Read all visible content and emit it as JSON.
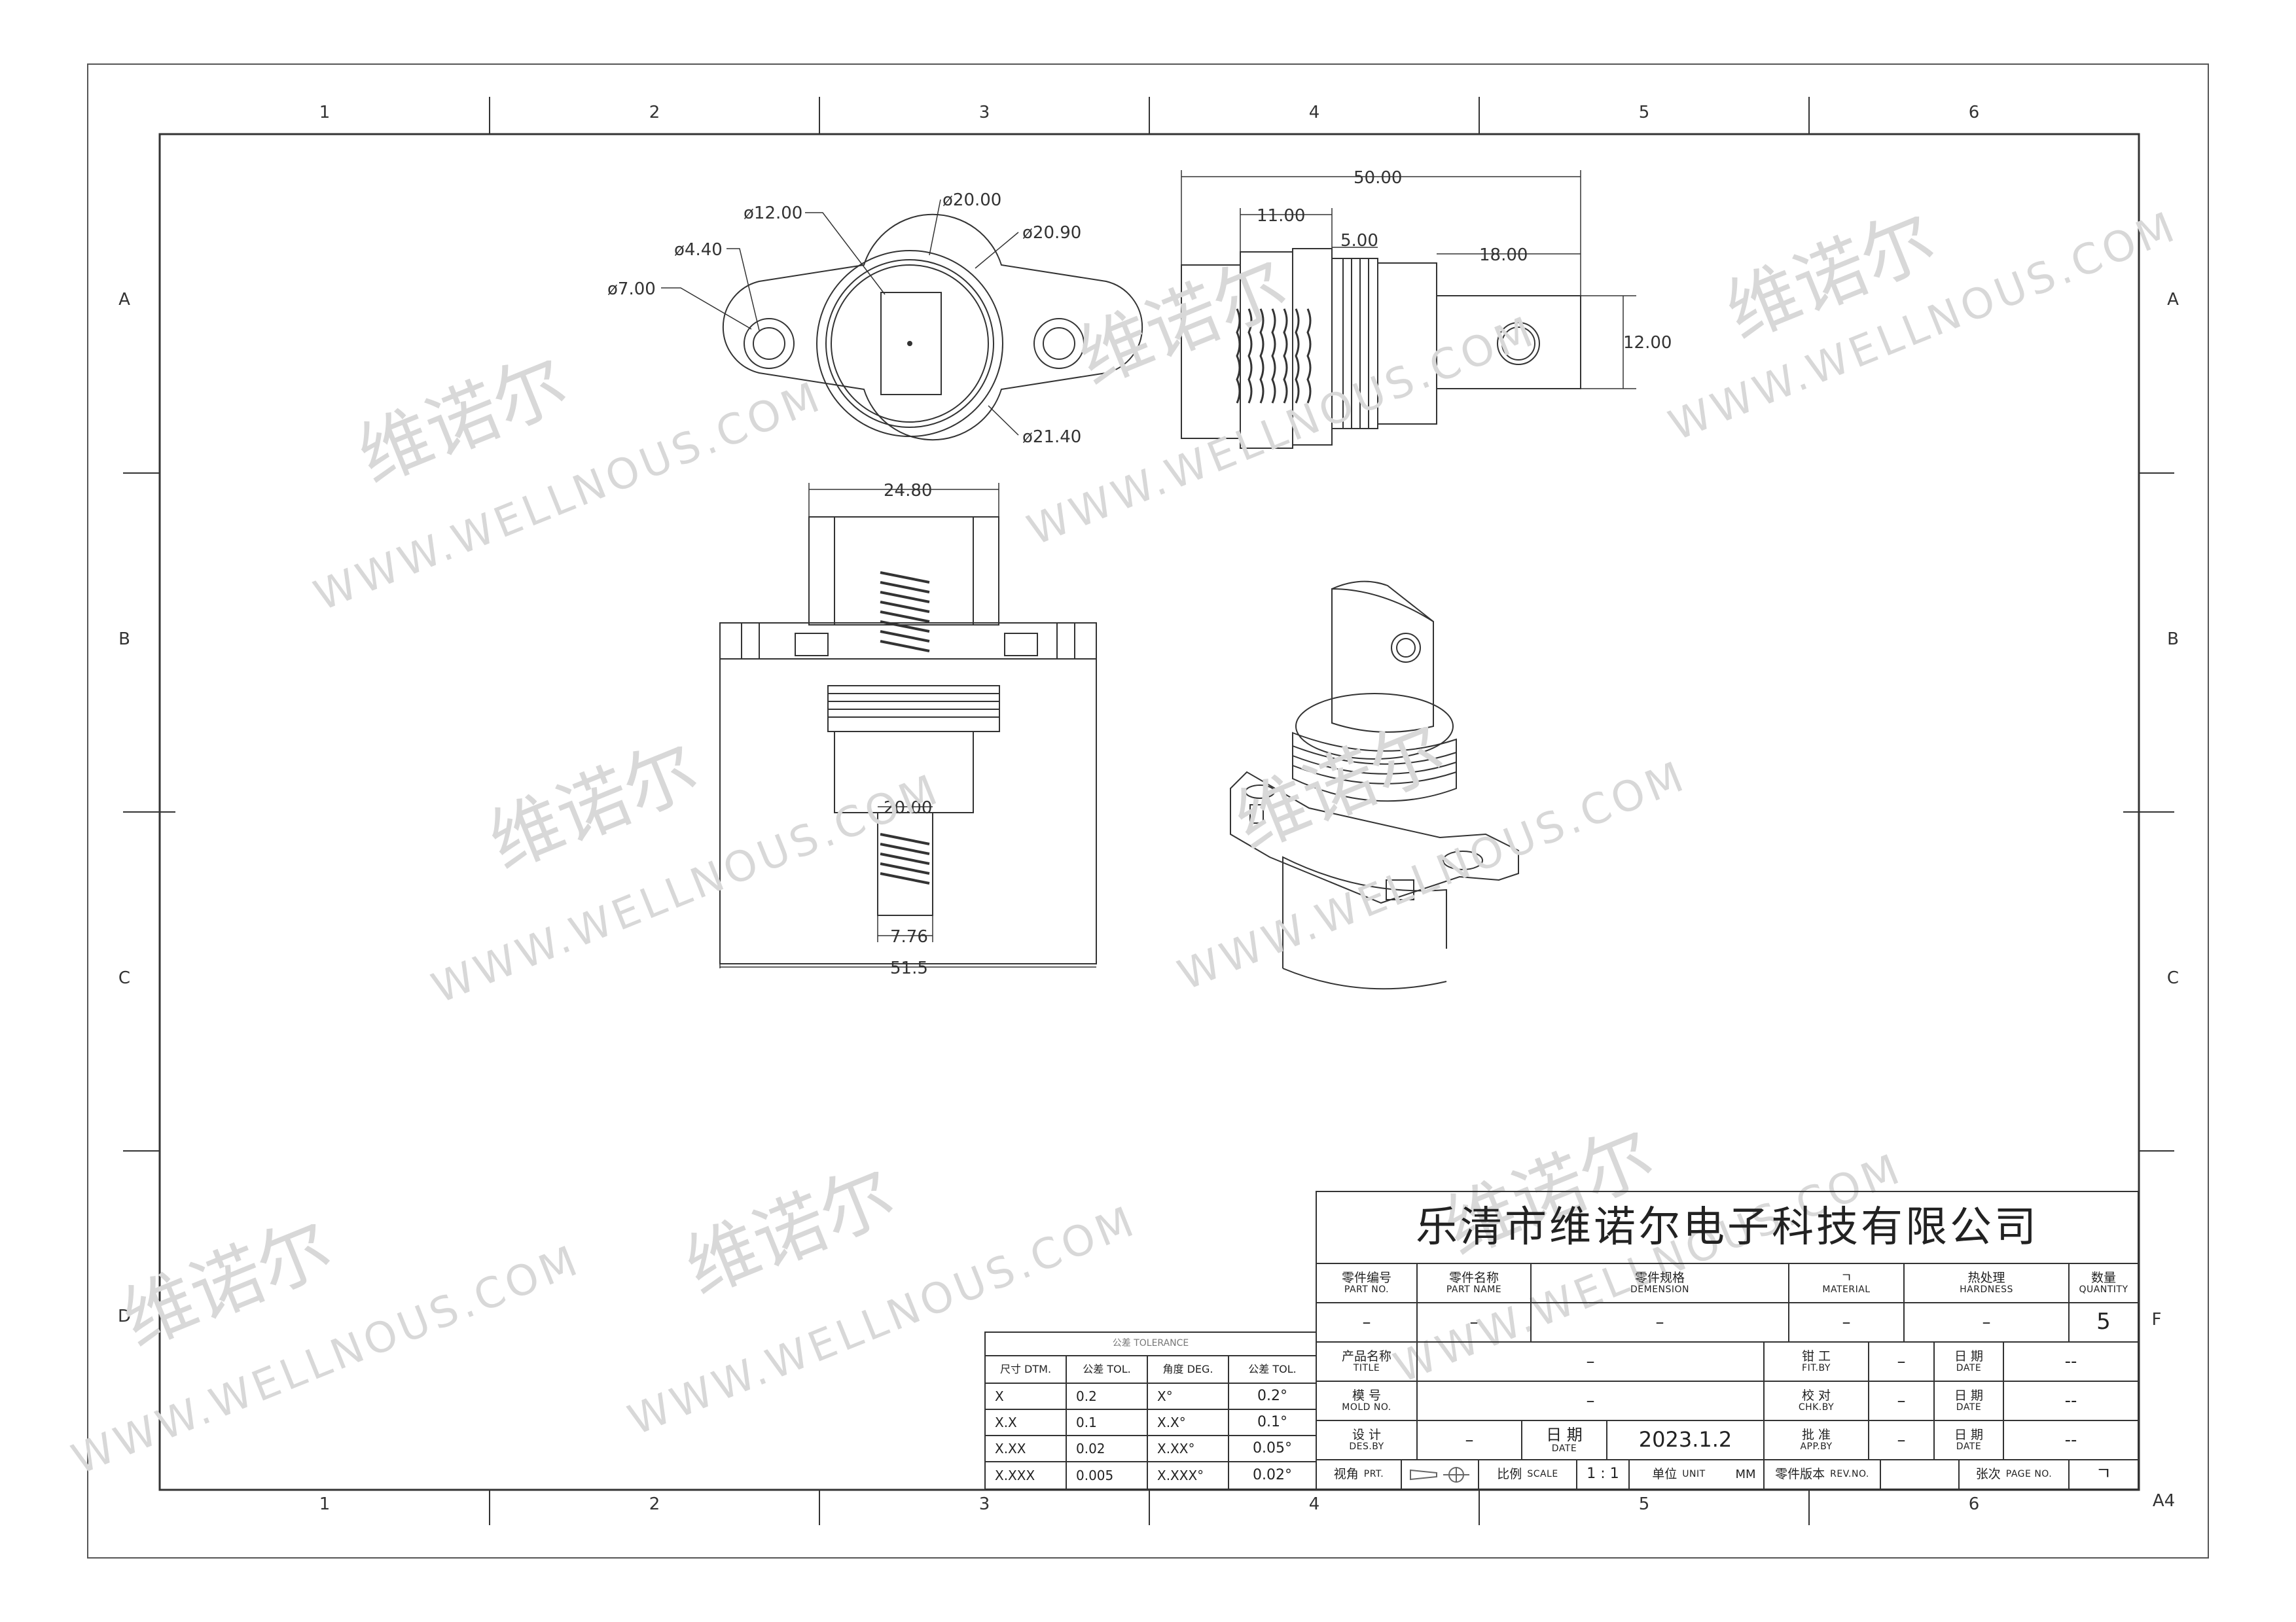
{
  "frame": {
    "col_labels": [
      "1",
      "2",
      "3",
      "4",
      "5",
      "6"
    ],
    "row_labels": [
      "A",
      "B",
      "C",
      "D"
    ],
    "right_row_labels": [
      "A",
      "B",
      "C",
      "F"
    ],
    "sheet_size": "A4"
  },
  "watermarks": {
    "zh": "维诺尔",
    "en": "WWW.WELLNOUS.COM"
  },
  "dimensions": {
    "top_left": [
      "ø12.00",
      "ø20.00",
      "ø20.90",
      "ø4.40",
      "ø7.00",
      "ø21.40"
    ],
    "top_right": [
      "50.00",
      "11.00",
      "5.00",
      "18.00",
      "12.00"
    ],
    "front": [
      "24.80",
      "20.00",
      "7.76",
      "51.5"
    ]
  },
  "title_block": {
    "company": "乐清市维诺尔电子科技有限公司",
    "headers": [
      {
        "zh": "零件编号",
        "en": "PART NO.",
        "value": "–"
      },
      {
        "zh": "零件名称",
        "en": "PART NAME",
        "value": "–"
      },
      {
        "zh": "零件规格",
        "en": "DEMENSION",
        "value": "–"
      },
      {
        "zh": "ㄱ",
        "en": "MATERIAL",
        "value": "–"
      },
      {
        "zh": "热处理",
        "en": "HARDNESS",
        "value": "–"
      },
      {
        "zh": "数量",
        "en": "QUANTITY",
        "value": "5"
      }
    ],
    "title": {
      "zh": "产品名称",
      "en": "TITLE",
      "value": "–"
    },
    "mold": {
      "zh": "模 号",
      "en": "MOLD NO.",
      "value": "–"
    },
    "design": {
      "zh": "设 计",
      "en": "DES.BY",
      "value": "–"
    },
    "date_label": {
      "zh": "日 期",
      "en": "DATE"
    },
    "date_value": "2023.1.2",
    "fit": {
      "zh": "钳 工",
      "en": "FIT.BY",
      "value": "–"
    },
    "check": {
      "zh": "校 对",
      "en": "CHK.BY",
      "value": "–"
    },
    "approve": {
      "zh": "批 准",
      "en": "APP.BY",
      "value": "–"
    },
    "date_rows": [
      {
        "zh": "日 期",
        "en": "DATE",
        "value": "--"
      },
      {
        "zh": "日 期",
        "en": "DATE",
        "value": "--"
      },
      {
        "zh": "日 期",
        "en": "DATE",
        "value": "--"
      }
    ],
    "bottom": {
      "view_zh": "视角",
      "view_en": "PRT.",
      "scale_zh": "比例",
      "scale_en": "SCALE",
      "scale_value": "1 : 1",
      "unit_zh": "单位",
      "unit_en": "UNIT",
      "unit_value": "MM",
      "rev_zh": "零件版本",
      "rev_en": "REV.NO.",
      "page_zh": "张次",
      "page_en": "PAGE NO.",
      "page_value": "ㄱ"
    }
  },
  "tolerance": {
    "title": "公差 TOLERANCE",
    "headers": [
      "尺寸 DTM.",
      "公差 TOL.",
      "角度 DEG.",
      "公差 TOL."
    ],
    "rows": [
      [
        "X",
        "0.2",
        "X°",
        "0.2°"
      ],
      [
        "X.X",
        "0.1",
        "X.X°",
        "0.1°"
      ],
      [
        "X.XX",
        "0.02",
        "X.XX°",
        "0.05°"
      ],
      [
        "X.XXX",
        "0.005",
        "X.XXX°",
        "0.02°"
      ]
    ]
  }
}
